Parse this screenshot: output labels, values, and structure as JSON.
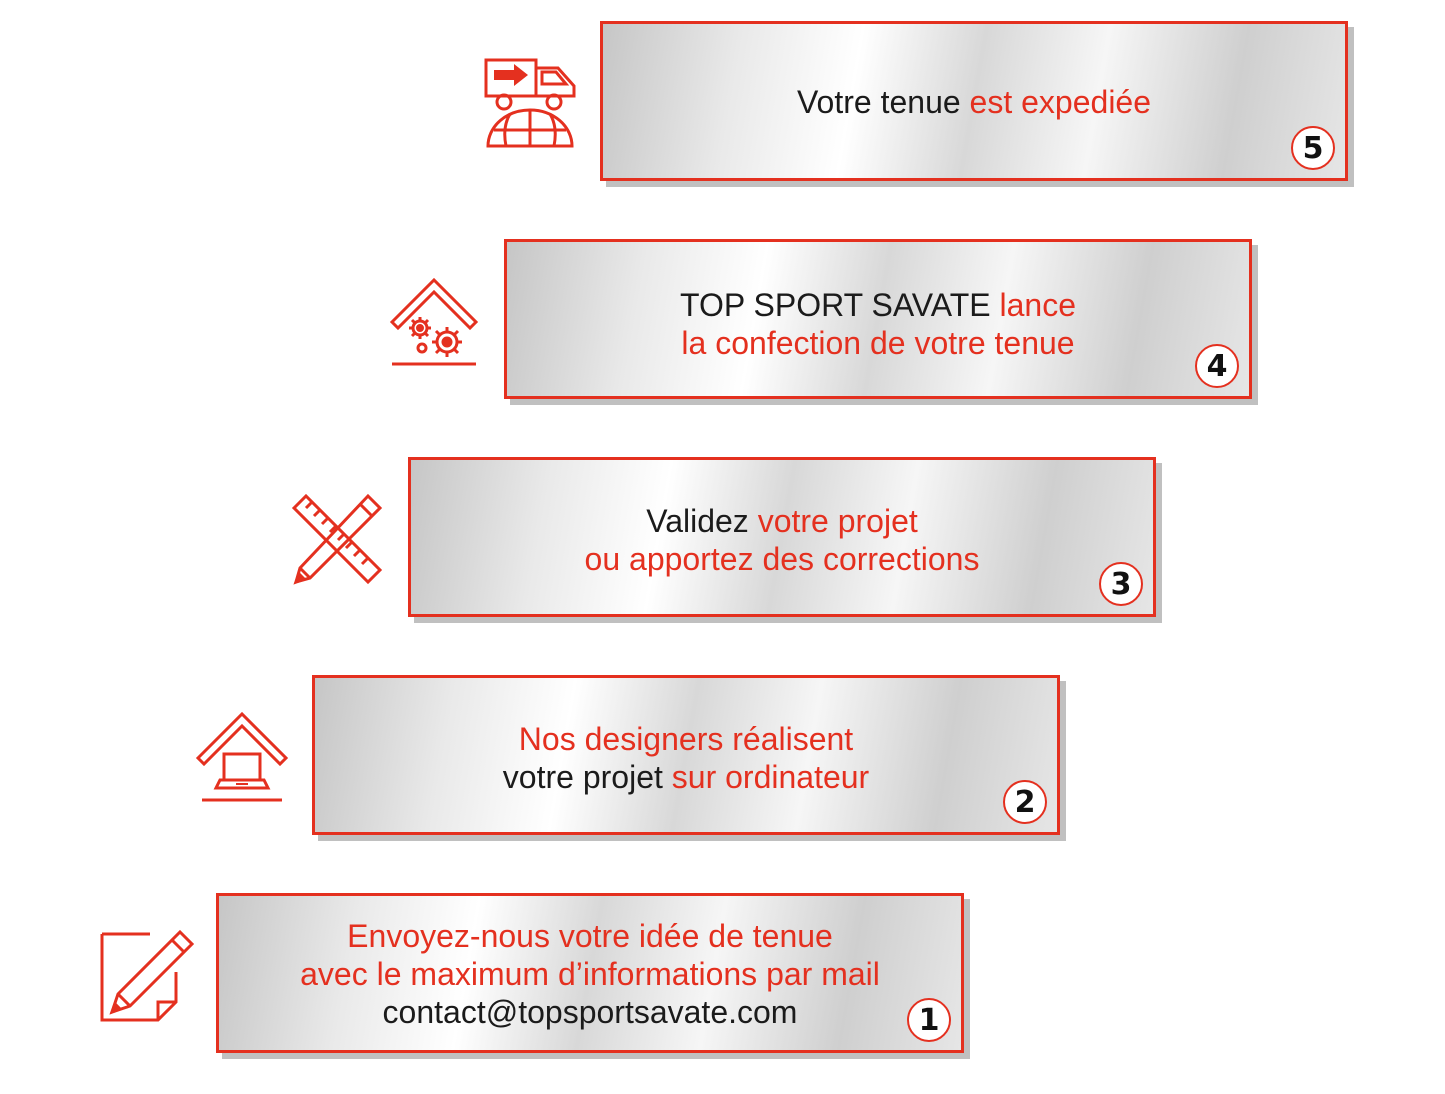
{
  "steps": [
    {
      "number": "5",
      "line1": {
        "a": "Votre tenue",
        "b": "est expediée"
      }
    },
    {
      "number": "4",
      "line1": {
        "a": "TOP SPORT SAVATE",
        "b": "lance"
      },
      "line2": "la confection de votre tenue"
    },
    {
      "number": "3",
      "line1": {
        "a": "Validez",
        "b": "votre projet"
      },
      "line2": "ou apportez des corrections"
    },
    {
      "number": "2",
      "line1": "Nos designers réalisent",
      "line2": {
        "a": "votre projet",
        "b": "sur ordinateur"
      }
    },
    {
      "number": "1",
      "line1": "Envoyez-nous votre idée de tenue",
      "line2": "avec le maximum d’informations par mail",
      "line3": "contact@topsportsavate.com"
    }
  ],
  "icons": [
    "delivery-truck-globe-icon",
    "factory-gears-icon",
    "pencil-ruler-icon",
    "laptop-house-icon",
    "note-pencil-icon"
  ],
  "colors": {
    "accent": "#e4301f",
    "text": "#1b1b1b"
  }
}
